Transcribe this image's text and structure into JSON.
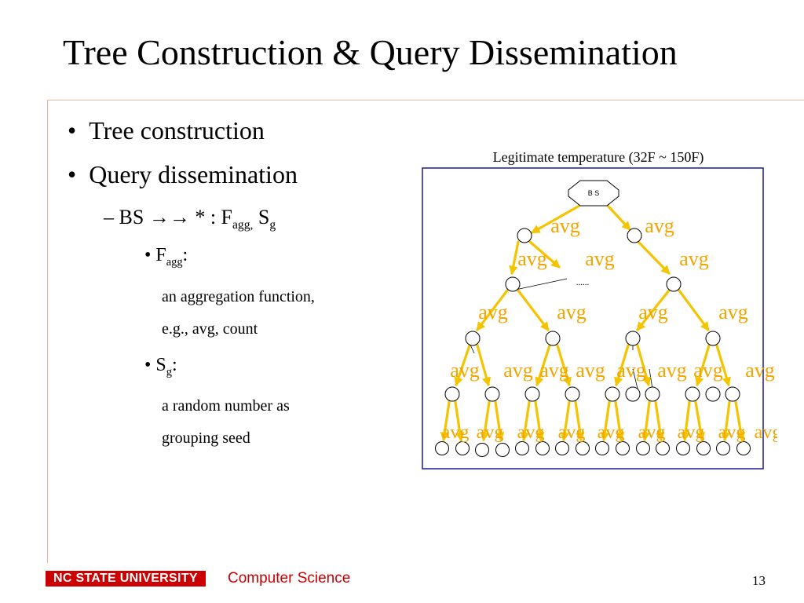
{
  "slide": {
    "title": "Tree Construction & Query Dissemination",
    "page_number": "13"
  },
  "bullets": {
    "b1": "Tree construction",
    "b2": "Query dissemination",
    "sub_prefix": "BS ",
    "sub_arrows": "→→",
    "sub_mid": " * :  F",
    "sub_agg": "agg,",
    "sub_s": " S",
    "sub_g": "g",
    "f_main": "F",
    "f_sub": "agg",
    "f_colon": ":",
    "f_desc1": "an aggregation function,",
    "f_desc2": "e.g., avg, count",
    "s_main": "S",
    "s_sub": "g",
    "s_colon": ":",
    "s_desc1": "a random number as",
    "s_desc2": "grouping seed"
  },
  "diagram": {
    "caption": "Legitimate temperature (32F ~ 150F)",
    "root_label": "B S",
    "edge_label": "avg",
    "ellipsis": "......"
  },
  "footer": {
    "university": "NC STATE UNIVERSITY",
    "department": "Computer Science"
  },
  "colors": {
    "arrow": "#f5c400",
    "label": "#f0a500",
    "box": "#1a1a9c",
    "brand": "#cc0000"
  }
}
